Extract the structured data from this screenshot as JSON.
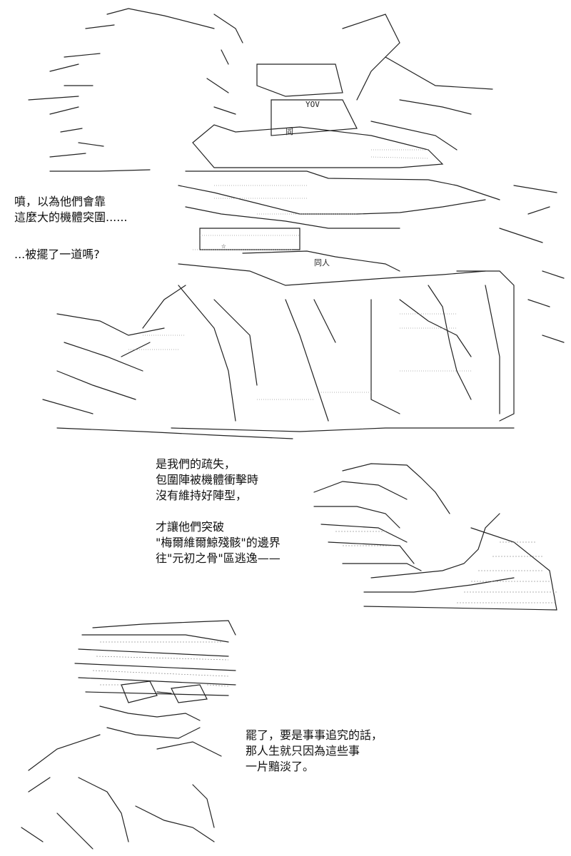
{
  "panel1": {
    "dialog_lines": [
      "噴，以為他們會靠",
      "這麼大的機體突圍......"
    ],
    "dialog2": "...被擺了一道嗎?",
    "art_labels": [
      "YOV",
      "同",
      "同人",
      "☆"
    ]
  },
  "panel2": {
    "dialog_lines": [
      "是我們的疏失，",
      "包圍陣被機體衝擊時",
      "沒有維持好陣型，",
      "",
      "才讓他們突破",
      "\"梅爾維爾鯨殘骸\"的邊界",
      "往\"元初之骨\"區逃逸——"
    ]
  },
  "panel3": {
    "dialog_lines": [
      "罷了，要是事事追究的話，",
      "那人生就只因為這些事",
      "一片黯淡了。"
    ]
  }
}
